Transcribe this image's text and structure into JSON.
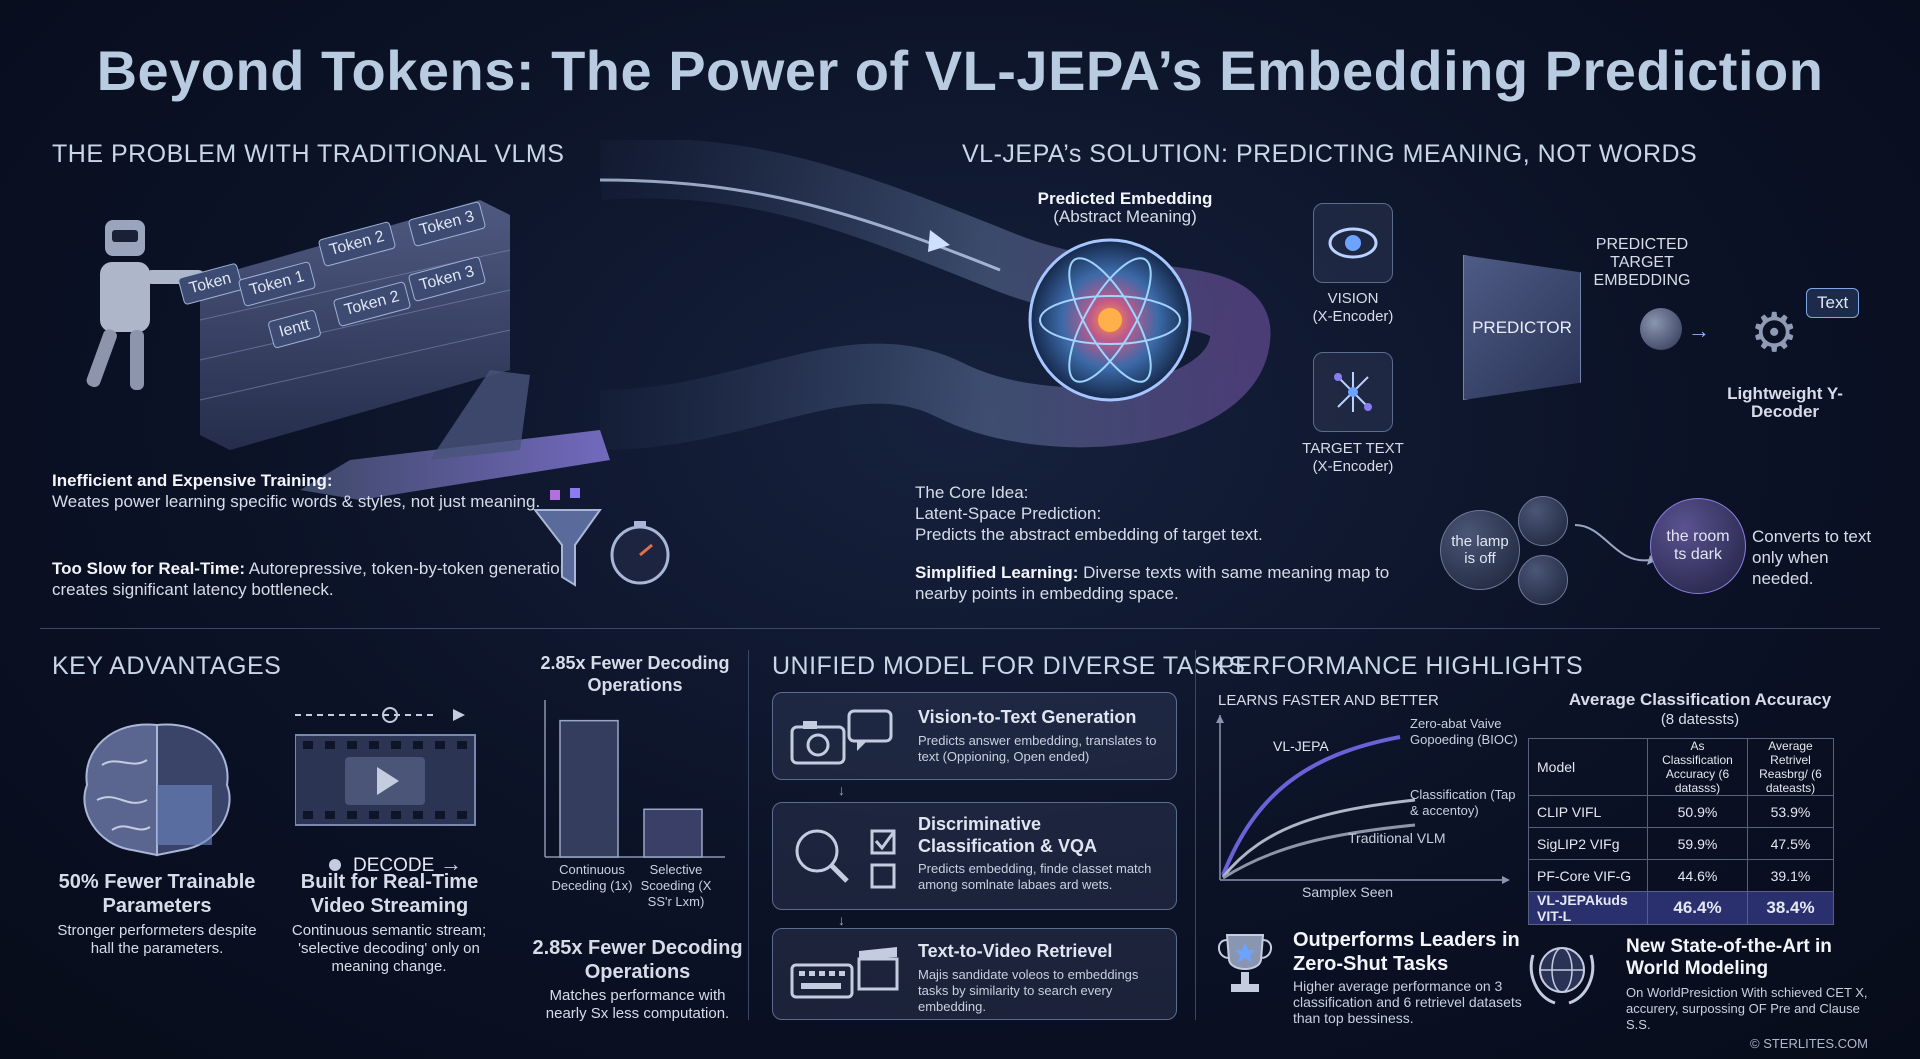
{
  "title": "Beyond Tokens: The Power of VL-JEPA’s Embedding Prediction",
  "problem": {
    "heading": "THE PROBLEM WITH TRADITIONAL VLMS",
    "wall_tokens": [
      "Token",
      "Token 1",
      "Token 2",
      "Token 3",
      "Ientt",
      "Token 2",
      "Token 3"
    ],
    "p1_bold": "Inefficient and Expensive Training:",
    "p1_text": "Weates power learning specific words & styles, not just meaning.",
    "p2_bold": "Too Slow for Real-Time:",
    "p2_text": "Autorepressive, token-by-token generation creates significant latency bottleneck."
  },
  "solution": {
    "heading": "VL-JEPA’s SOLUTION: PREDICTING MEANING, NOT WORDS",
    "pred_title": "Predicted Embedding",
    "pred_sub": "(Abstract Meaning)",
    "vision": "VISION",
    "vision_sub": "(X-Encoder)",
    "target": "TARGET TEXT",
    "target_sub": "(X-Encoder)",
    "predictor": "PREDICTOR",
    "pte": "PREDICTED TARGET EMBEDDING",
    "text_badge": "Text",
    "decoder": "Lightweight Y-Decoder",
    "core_title": "The Core Idea:",
    "core_l1": "Latent-Space Prediction:",
    "core_l2": "Predicts the abstract embedding of target text.",
    "simp_bold": "Simplified Learning:",
    "simp_text": "Diverse texts with same meaning map to nearby points in embedding space.",
    "bubble1": "the lamp is off",
    "bubble2": "the room ts dark",
    "converts": "Converts to text only when needed."
  },
  "advantages": {
    "heading": "KEY ADVANTAGES",
    "a1_title": "50% Fewer Trainable Parameters",
    "a1_text": "Stronger performeters despite hall the parameters.",
    "a2_decode": "DECODE",
    "a2_title": "Built for Real-Time Video Streaming",
    "a2_text": "Continuous semantic stream; 'selective decoding' only on meaning change.",
    "a3_chart_title": "2.85x Fewer Decoding Operations",
    "a3_title": "2.85x Fewer Decoding Operations",
    "a3_text": "Matches performance with nearly Sx less computation."
  },
  "unified": {
    "heading": "UNIFIED MODEL FOR DIVERSE TASKS",
    "tasks": [
      {
        "title": "Vision-to-Text Generation",
        "desc": "Predicts answer embedding, translates to text (Oppioning, Open ended)"
      },
      {
        "title": "Discriminative Classification & VQA",
        "desc": "Predicts embedding, finde classet match among somlnate labaes ard wets."
      },
      {
        "title": "Text-to-Video Retrievel",
        "desc": "Majis sandidate voleos to embeddings tasks by similarity to search every embedding."
      }
    ]
  },
  "performance": {
    "heading": "PERFORMANCE HIGHLIGHTS",
    "curve_title": "LEARNS FASTER AND BETTER",
    "c_vljepa": "VL-JEPA",
    "c_zs": "Zero-abat Vaive Gopoeding (BIOC)",
    "c_class": "Classification (Tap & accentoy)",
    "c_trad": "Traditional VLM",
    "c_x": "Samplex Seen",
    "outperforms_title": "Outperforms Leaders in Zero-Shut Tasks",
    "outperforms_text": "Higher average performance on 3 classification and 6 retrievel datasets than top bessiness.",
    "table_title": "Average Classification Accuracy",
    "table_sub": "(8 datessts)",
    "col_model": "Model",
    "col1": "As Classification Accuracy (6 datasss)",
    "col2": "Average Retrivel Reasbrg/ (6 dateasts)",
    "rows": [
      {
        "model": "CLIP VIFL",
        "a": "50.9%",
        "b": "53.9%"
      },
      {
        "model": "SigLIP2 VIFg",
        "a": "59.9%",
        "b": "47.5%"
      },
      {
        "model": "PF-Core VIF-G",
        "a": "44.6%",
        "b": "39.1%"
      },
      {
        "model": "VL-JEPAkuds VIT-L",
        "a": "46.4%",
        "b": "38.4%"
      }
    ],
    "sota_title": "New State-of-the-Art in World Modeling",
    "sota_text": "On WorldPresiction With schieved CET X, accurery, surpossing OF Pre and Clause S.S."
  },
  "chart_data": {
    "type": "bar",
    "title": "2.85x Fewer Decoding Operations",
    "categories": [
      "Continuous Deceding (1x)",
      "Selective Scoeding (X SS'r Lxm)"
    ],
    "values": [
      1,
      0.35
    ],
    "ylim": [
      0,
      1.1
    ]
  },
  "footer": "© STERLITES.COM",
  "colors": {
    "accent": "#8a7cf0",
    "background": "#0b1226",
    "highlight_row": "#2a2f6e"
  }
}
